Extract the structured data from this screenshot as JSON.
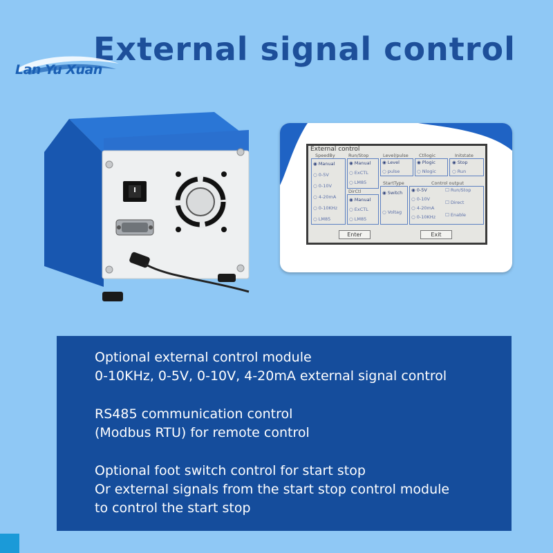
{
  "header": {
    "title": "External signal control",
    "logo_text": "Lan Yu Xuan"
  },
  "screen": {
    "title": "External control",
    "groups": [
      {
        "header": "SpeedBy",
        "options": [
          {
            "label": "Manual",
            "selected": true
          },
          {
            "label": "0-5V"
          },
          {
            "label": "0-10V"
          },
          {
            "label": "4-20mA"
          },
          {
            "label": "0-10KHz"
          },
          {
            "label": "LM85"
          }
        ]
      },
      {
        "header": "Run/Stop",
        "options": [
          {
            "label": "Manual",
            "selected": true
          },
          {
            "label": "ExCTL"
          },
          {
            "label": "LM85"
          }
        ]
      },
      {
        "header": "Level/pulse",
        "options": [
          {
            "label": "Level",
            "selected": true
          },
          {
            "label": "pulse"
          }
        ]
      },
      {
        "header": "Ctllogic",
        "options": [
          {
            "label": "Plogic",
            "selected": true
          },
          {
            "label": "Nlogic"
          }
        ]
      },
      {
        "header": "Initstate",
        "options": [
          {
            "label": "Stop",
            "selected": true
          },
          {
            "label": "Run"
          }
        ]
      },
      {
        "header": "DirCtl",
        "options": [
          {
            "label": "Manual",
            "selected": true
          },
          {
            "label": "ExCTL"
          },
          {
            "label": "LM85"
          }
        ]
      },
      {
        "header": "StartType",
        "options": [
          {
            "label": "Switch",
            "selected": true
          },
          {
            "label": "Voltag"
          }
        ]
      },
      {
        "header": "Control output",
        "options": [
          {
            "label": "0-5V",
            "selected": true
          },
          {
            "label": "0-10V"
          },
          {
            "label": "4-20mA"
          },
          {
            "label": "0-10KHz"
          }
        ],
        "checks": [
          "Run/Stop",
          "Direct",
          "Enable"
        ]
      }
    ],
    "enter_label": "Enter",
    "exit_label": "Exit"
  },
  "info": {
    "lines": [
      "Optional external control module",
      "0-10KHz, 0-5V, 0-10V, 4-20mA external signal control",
      "RS485 communication control",
      " (Modbus RTU) for remote control",
      "Optional foot switch control for start stop",
      "Or external signals from the start stop control module",
      "to control the start stop"
    ]
  },
  "colors": {
    "background": "#8fc8f5",
    "title": "#1d4f9a",
    "info_box": "#154d9c",
    "device_blue": "#1f63c4"
  }
}
